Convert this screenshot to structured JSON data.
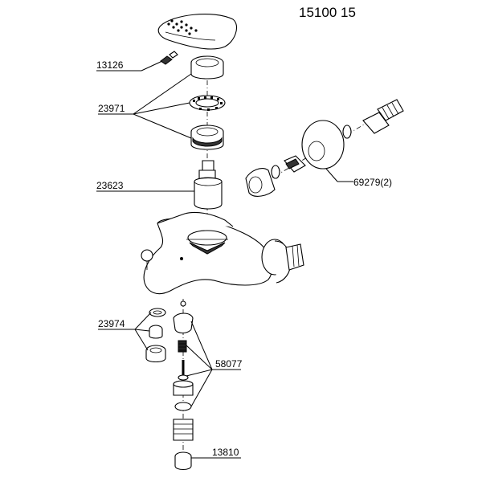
{
  "model_number": "15100 15",
  "parts": [
    {
      "id": "13126",
      "label": "13126"
    },
    {
      "id": "23971",
      "label": "23971"
    },
    {
      "id": "23623",
      "label": "23623"
    },
    {
      "id": "69279",
      "label": "69279(2)"
    },
    {
      "id": "23974",
      "label": "23974"
    },
    {
      "id": "58077",
      "label": "58077"
    },
    {
      "id": "13810",
      "label": "13810"
    }
  ]
}
